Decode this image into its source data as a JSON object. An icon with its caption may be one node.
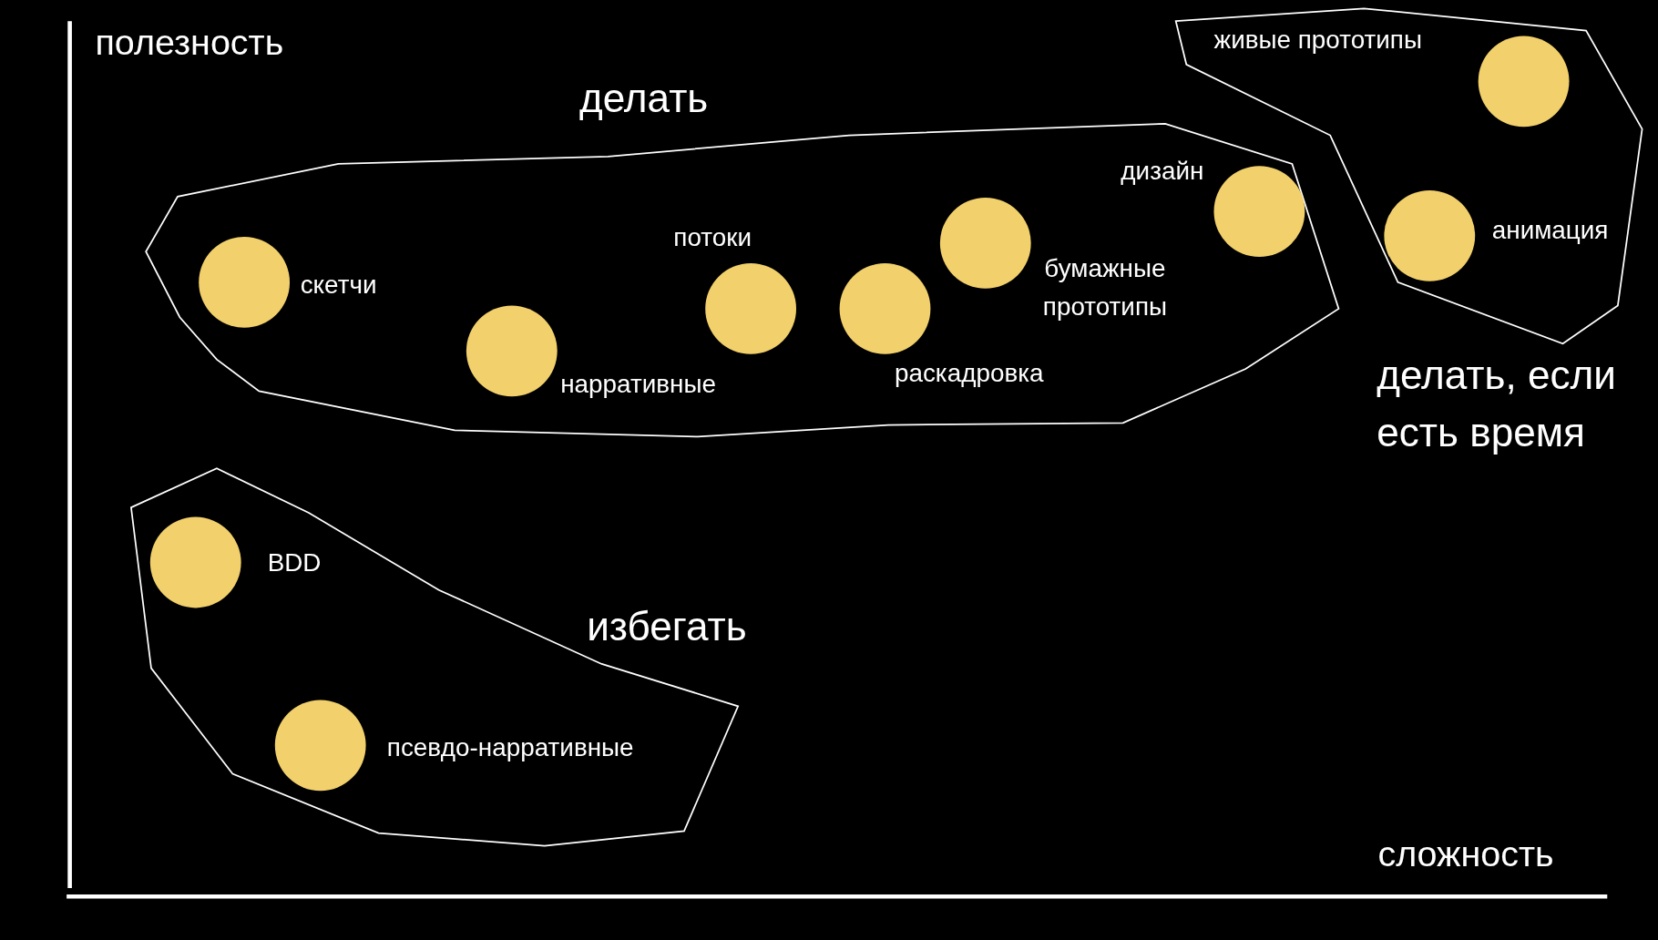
{
  "diagram": {
    "nodes": [
      {
        "text": [
          "делать"
        ]
      },
      {
        "text": [],
        "shape": "circle",
        "beside": [
          "скетчи"
        ],
        "in": 0
      },
      {
        "text": [],
        "shape": "circle",
        "beside": [
          "нарративные"
        ],
        "in": 0
      },
      {
        "text": [],
        "shape": "circle",
        "beside": [
          "потоки"
        ],
        "in": 0
      },
      {
        "text": [],
        "shape": "circle",
        "beside": [
          "раскадровка"
        ],
        "in": 0
      },
      {
        "text": [],
        "shape": "circle",
        "beside": [
          "бумажные прототипы"
        ],
        "in": 0
      },
      {
        "text": [],
        "shape": "circle",
        "beside": [
          "дизайн"
        ],
        "in": 0
      },
      {
        "text": [
          "делать, если есть время"
        ]
      },
      {
        "text": [],
        "shape": "circle",
        "beside": [
          "живые прототипы"
        ],
        "in": 7
      },
      {
        "text": [],
        "shape": "circle",
        "beside": [
          "анимация"
        ],
        "in": 7
      },
      {
        "text": [
          "избегать"
        ]
      },
      {
        "text": [],
        "shape": "circle",
        "beside": [
          "BDD"
        ],
        "in": 10
      },
      {
        "text": [],
        "shape": "circle",
        "beside": [
          "псевдо-нарративные"
        ],
        "in": 10
      }
    ],
    "edges": [],
    "labels": [
      "полезность",
      "сложность"
    ]
  }
}
